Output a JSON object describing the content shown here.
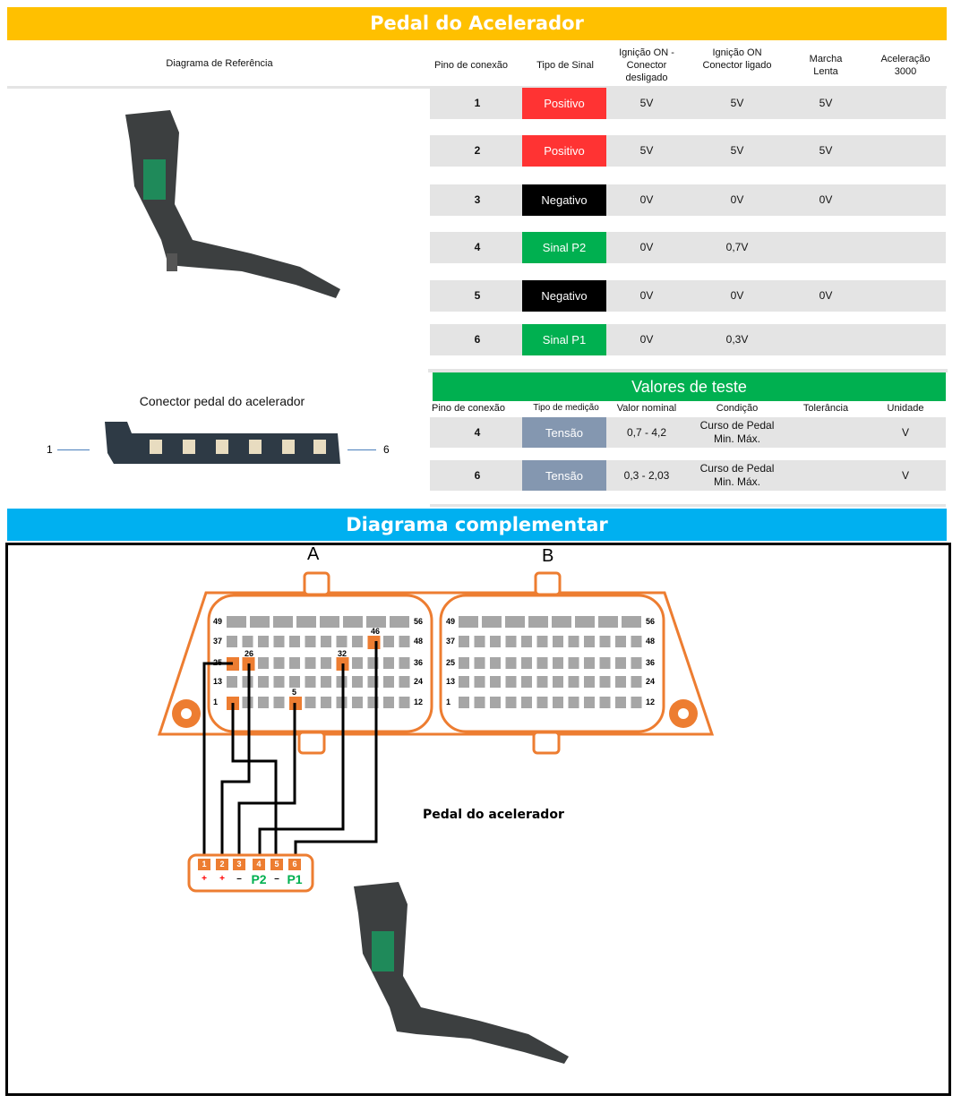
{
  "title": "Pedal do Acelerador",
  "colors": {
    "header": "#FFC000",
    "positivo": "#FF3333",
    "negativo": "#000000",
    "sinal": "#00B050",
    "tensao": "#8497B0",
    "blue": "#00B0F0",
    "orange": "#ED7D31"
  },
  "table_headers": {
    "ref": "Diagrama de Referência",
    "pino": "Pino de conexão",
    "tipo": "Tipo de Sinal",
    "ign_off": "Ignição ON - Conector desligado",
    "ign_on": "Ignição ON Conector ligado",
    "marcha": "Marcha Lenta",
    "acel": "Aceleração 3000"
  },
  "rows": [
    {
      "pino": "1",
      "tipo": "Positivo",
      "color": "#FF3333",
      "ign_off": "5V",
      "ign_on": "5V",
      "marcha": "5V",
      "acel": ""
    },
    {
      "pino": "2",
      "tipo": "Positivo",
      "color": "#FF3333",
      "ign_off": "5V",
      "ign_on": "5V",
      "marcha": "5V",
      "acel": ""
    },
    {
      "pino": "3",
      "tipo": "Negativo",
      "color": "#000000",
      "ign_off": "0V",
      "ign_on": "0V",
      "marcha": "0V",
      "acel": ""
    },
    {
      "pino": "4",
      "tipo": "Sinal P2",
      "color": "#00B050",
      "ign_off": "0V",
      "ign_on": "0,7V",
      "marcha": "",
      "acel": ""
    },
    {
      "pino": "5",
      "tipo": "Negativo",
      "color": "#000000",
      "ign_off": "0V",
      "ign_on": "0V",
      "marcha": "0V",
      "acel": ""
    },
    {
      "pino": "6",
      "tipo": "Sinal P1",
      "color": "#00B050",
      "ign_off": "0V",
      "ign_on": "0,3V",
      "marcha": "",
      "acel": ""
    }
  ],
  "connector_caption": "Conector pedal do acelerador",
  "connector_left_pin": "1",
  "connector_right_pin": "6",
  "test": {
    "title": "Valores de teste",
    "headers": {
      "pino": "Pino de conexão",
      "tipo": "Tipo de medição",
      "valor": "Valor nominal",
      "condicao": "Condição",
      "tolerancia": "Tolerância",
      "unidade": "Unidade"
    },
    "rows": [
      {
        "pino": "4",
        "tipo": "Tensão",
        "valor": "0,7 - 4,2",
        "condicao1": "Curso de Pedal",
        "condicao2": "Min. Máx.",
        "tolerancia": "",
        "unidade": "V"
      },
      {
        "pino": "6",
        "tipo": "Tensão",
        "valor": "0,3 - 2,03",
        "condicao1": "Curso de Pedal",
        "condicao2": "Min. Máx.",
        "tolerancia": "",
        "unidade": "V"
      }
    ]
  },
  "diagram": {
    "title": "Diagrama complementar",
    "label_a": "A",
    "label_b": "B",
    "pedal_label": "Pedal do acelerador",
    "row_labels_left": [
      "49",
      "37",
      "25",
      "13",
      "1"
    ],
    "row_labels_right": [
      "56",
      "48",
      "36",
      "24",
      "12"
    ],
    "highlight_labels": {
      "p26": "26",
      "p32": "32",
      "p46": "46",
      "p5": "5"
    },
    "pedal_pins": [
      "1",
      "2",
      "3",
      "4",
      "5",
      "6"
    ],
    "pedal_signs": [
      "+",
      "+",
      "–",
      "P2",
      "–",
      "P1"
    ]
  }
}
